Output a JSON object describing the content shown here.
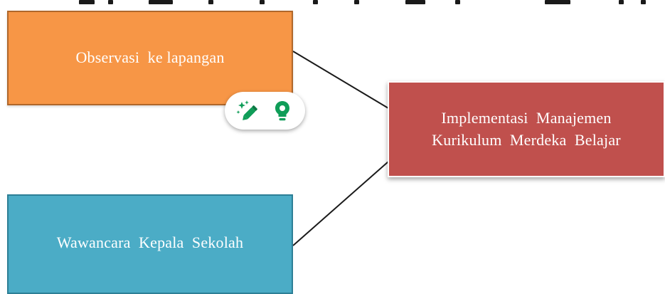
{
  "nodes": {
    "observasi": "Observasi  ke lapangan",
    "wawancara": "Wawancara  Kepala  Sekolah",
    "implementasi_line1": "Implementasi  Manajemen",
    "implementasi_line2": "Kurikulum  Merdeka  Belajar"
  },
  "colors": {
    "orange": "#f79646",
    "teal": "#4bacc6",
    "red": "#c0504d",
    "toolbar_icon": "#0f9d58"
  },
  "toolbar": {
    "icons": [
      "sparkle-pencil-icon",
      "lightbulb-icon"
    ]
  }
}
